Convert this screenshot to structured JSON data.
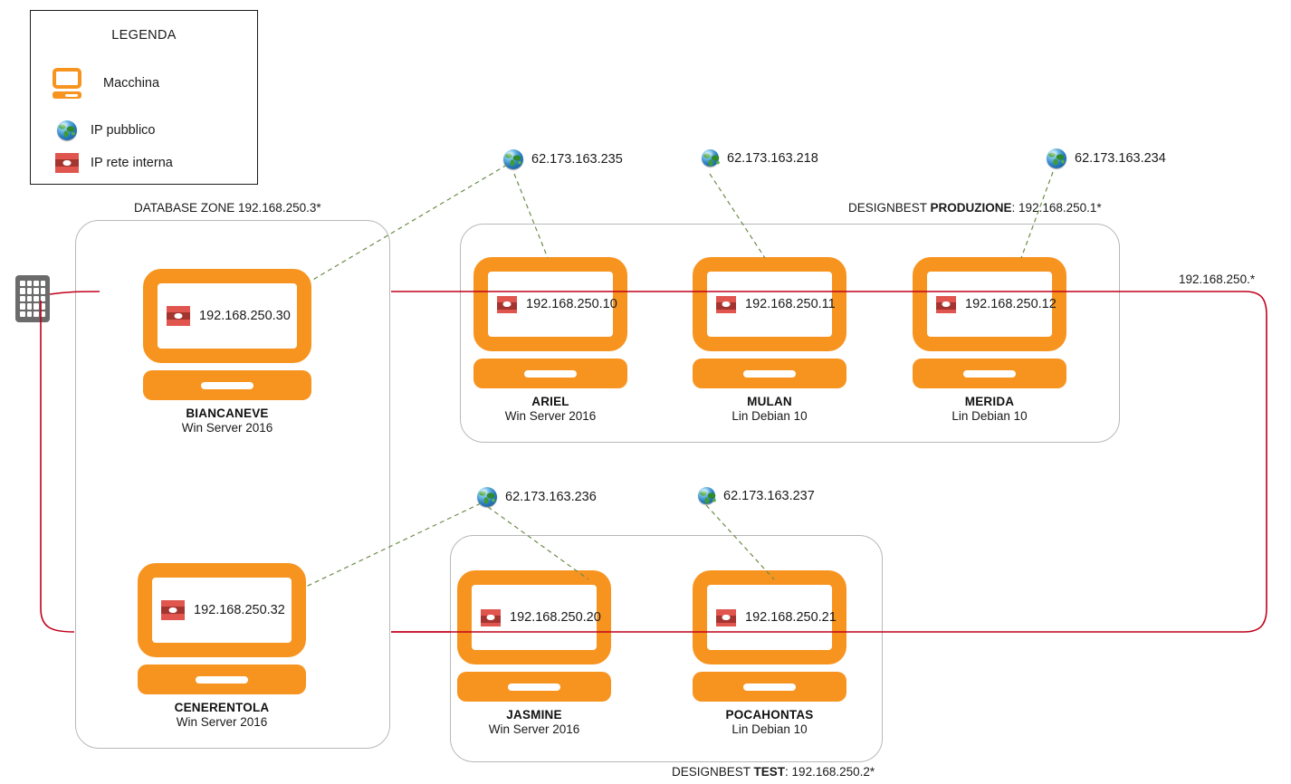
{
  "legend": {
    "title": "LEGENDA",
    "items": [
      {
        "icon": "monitor-icon",
        "label": "Macchina"
      },
      {
        "icon": "globe-icon",
        "label": "IP pubblico"
      },
      {
        "icon": "internal-ip-icon",
        "label": "IP rete interna"
      }
    ]
  },
  "zones": {
    "database": {
      "label_prefix": "DATABASE ZONE 192.168.250.3*",
      "label_bold": "",
      "label_suffix": ""
    },
    "produzione": {
      "label_prefix": "DESIGNBEST ",
      "label_bold": "PRODUZIONE",
      "label_suffix": ": 192.168.250.1*"
    },
    "test": {
      "label_prefix": "DESIGNBEST ",
      "label_bold": "TEST",
      "label_suffix": ": 192.168.250.2*"
    }
  },
  "network": {
    "label": "192.168.250.*",
    "boundary_color": "#c0001b",
    "zone_border_color": "#b8b8b8",
    "machine_color": "#f79420",
    "link_color": "#6d8b4a"
  },
  "machines": [
    {
      "id": "biancaneve",
      "name": "BIANCANEVE",
      "os": "Win Server 2016",
      "ip": "192.168.250.30"
    },
    {
      "id": "cenerentola",
      "name": "CENERENTOLA",
      "os": "Win Server 2016",
      "ip": "192.168.250.32"
    },
    {
      "id": "ariel",
      "name": "ARIEL",
      "os": "Win Server 2016",
      "ip": "192.168.250.10"
    },
    {
      "id": "mulan",
      "name": "MULAN",
      "os": "Lin Debian 10",
      "ip": "192.168.250.11"
    },
    {
      "id": "merida",
      "name": "MERIDA",
      "os": "Lin Debian 10",
      "ip": "192.168.250.12"
    },
    {
      "id": "jasmine",
      "name": "JASMINE",
      "os": "Win Server 2016",
      "ip": "192.168.250.20"
    },
    {
      "id": "pocahontas",
      "name": "POCAHONTAS",
      "os": "Lin Debian 10",
      "ip": "192.168.250.21"
    }
  ],
  "public_ips": [
    {
      "id": "ip235",
      "address": "62.173.163.235"
    },
    {
      "id": "ip218",
      "address": "62.173.163.218"
    },
    {
      "id": "ip234",
      "address": "62.173.163.234"
    },
    {
      "id": "ip236",
      "address": "62.173.163.236"
    },
    {
      "id": "ip237",
      "address": "62.173.163.237"
    }
  ]
}
